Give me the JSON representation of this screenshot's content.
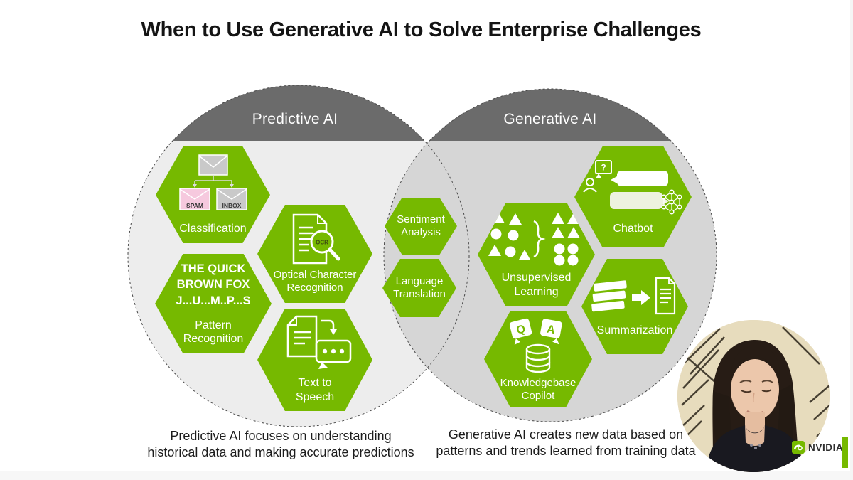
{
  "slide": {
    "title": "When to Use Generative AI to Solve Enterprise Challenges"
  },
  "colors": {
    "accent_green": "#76b900",
    "header_gray": "#6b6b6b",
    "left_circle_fill": "#ededed",
    "right_circle_fill": "#d6d6d6"
  },
  "venn": {
    "left_circle": {
      "header": "Predictive AI",
      "caption": [
        "Predictive AI focuses on understanding",
        "historical data and making accurate predictions"
      ],
      "hexagons": {
        "classification": {
          "label": "Classification",
          "spam_tag": "SPAM",
          "inbox_tag": "INBOX"
        },
        "ocr": {
          "label": [
            "Optical Character",
            "Recognition"
          ],
          "icon_text": "OCR"
        },
        "pattern_recognition": {
          "sample": [
            "THE QUICK",
            "BROWN FOX",
            "J...U...M..P...S"
          ],
          "label": [
            "Pattern",
            "Recognition"
          ]
        },
        "text_to_speech": {
          "label": [
            "Text to",
            "Speech"
          ]
        }
      }
    },
    "overlap": {
      "hexagons": {
        "sentiment_analysis": {
          "label": [
            "Sentiment",
            "Analysis"
          ]
        },
        "language_translation": {
          "label": [
            "Language",
            "Translation"
          ]
        }
      }
    },
    "right_circle": {
      "header": "Generative AI",
      "caption": [
        "Generative AI creates new data based on",
        "patterns and trends learned from training data"
      ],
      "hexagons": {
        "unsupervised_learning": {
          "label": [
            "Unsupervised",
            "Learning"
          ]
        },
        "chatbot": {
          "label": "Chatbot",
          "question_mark": "?"
        },
        "knowledgebase_copilot": {
          "label": [
            "Knowledgebase",
            "Copilot"
          ],
          "q": "Q",
          "a": "A"
        },
        "summarization": {
          "label": "Summarization"
        }
      }
    }
  },
  "brand": {
    "logo_text": "NVIDIA"
  }
}
